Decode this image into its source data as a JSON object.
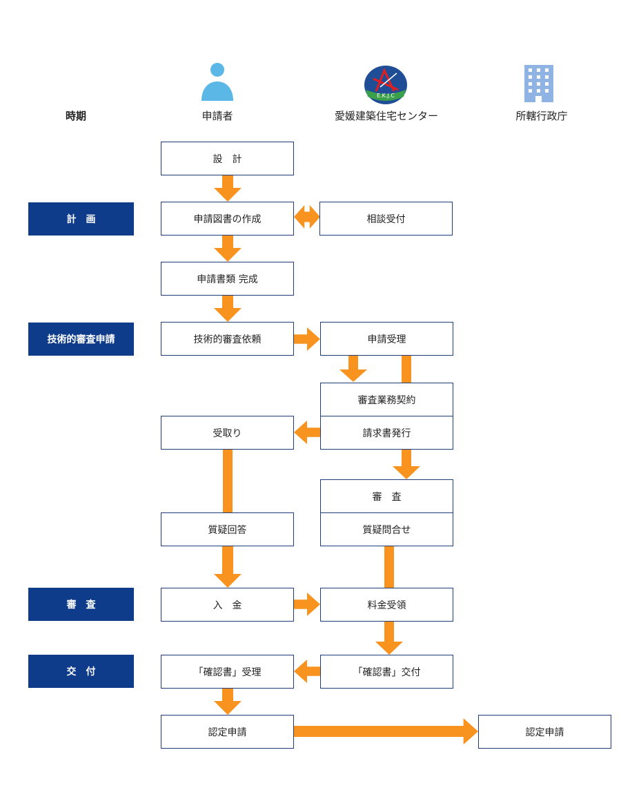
{
  "headers": {
    "period": "時期",
    "applicant": "申請者",
    "center": "愛媛建築住宅センター",
    "government": "所轄行政庁"
  },
  "logo_text": "E.K.J.C",
  "phases": {
    "plan": "計　画",
    "tech_review_application": "技術的審査申請",
    "review": "審　査",
    "issue": "交　付"
  },
  "steps": {
    "design": "設　計",
    "prepare_drawings": "申請図書の作成",
    "consultation": "相談受付",
    "documents_complete": "申請書類 完成",
    "review_request": "技術的審査依頼",
    "application_accept": "申請受理",
    "review_contract": "審査業務契約",
    "invoice_issue": "請求書発行",
    "receive_invoice": "受取り",
    "review": "審　査",
    "inquiry": "質疑問合せ",
    "answer": "質疑回答",
    "payment": "入　金",
    "fee_receipt": "料金受領",
    "certificate_accept": "「確認書」受理",
    "certificate_issue": "「確認書」交付",
    "cert_application": "認定申請",
    "cert_application_gov": "認定申請"
  },
  "colors": {
    "arrow": "#f7931e",
    "phase_bg": "#0f3c8a",
    "box_border": "#1e3a78",
    "person_icon": "#5bb8e6",
    "building_icon": "#8fb4e3"
  }
}
